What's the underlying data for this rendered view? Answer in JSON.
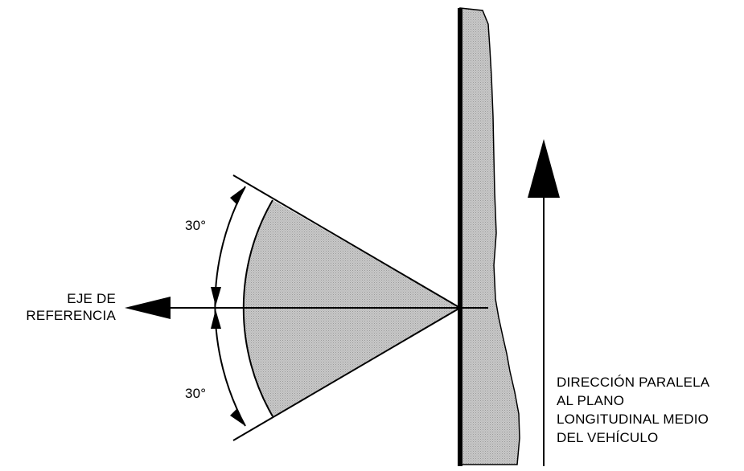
{
  "labels": {
    "angle_upper": "30°",
    "angle_lower": "30°",
    "reference_axis_line1": "EJE DE",
    "reference_axis_line2": "REFERENCIA",
    "direction_line1": "DIRECCIÓN PARALELA",
    "direction_line2": "AL PLANO",
    "direction_line3": "LONGITUDINAL MEDIO",
    "direction_line4": "DEL VEHÍCULO"
  },
  "angles_deg": {
    "upper": 30,
    "lower": 30
  },
  "colors": {
    "line": "#000000",
    "fill_gray": "#b9b9b9",
    "panel_gray": "#c4c4c4"
  }
}
